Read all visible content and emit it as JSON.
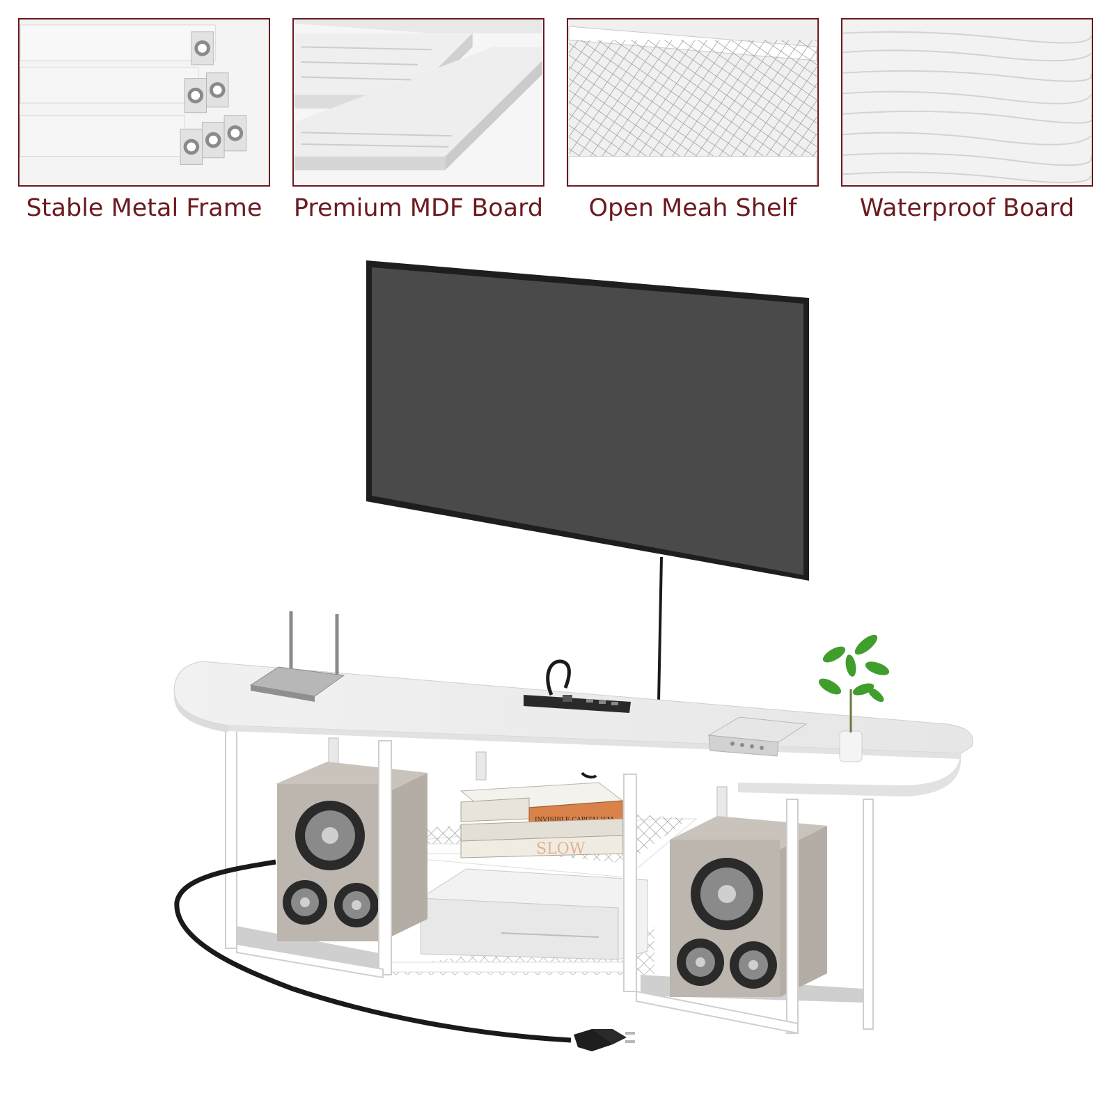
{
  "features": [
    {
      "label": "Stable Metal Frame"
    },
    {
      "label": "Premium MDF Board"
    },
    {
      "label": "Open Meah Shelf"
    },
    {
      "label": "Waterproof Board"
    }
  ],
  "book_spines": {
    "middle": "INVISIBLE CAPITALISM",
    "bottom": "SLOW"
  },
  "colors": {
    "accent": "#6b1a1f",
    "tv_screen": "#4a4a4a",
    "frame": "#ffffff",
    "board": "#ececec"
  }
}
